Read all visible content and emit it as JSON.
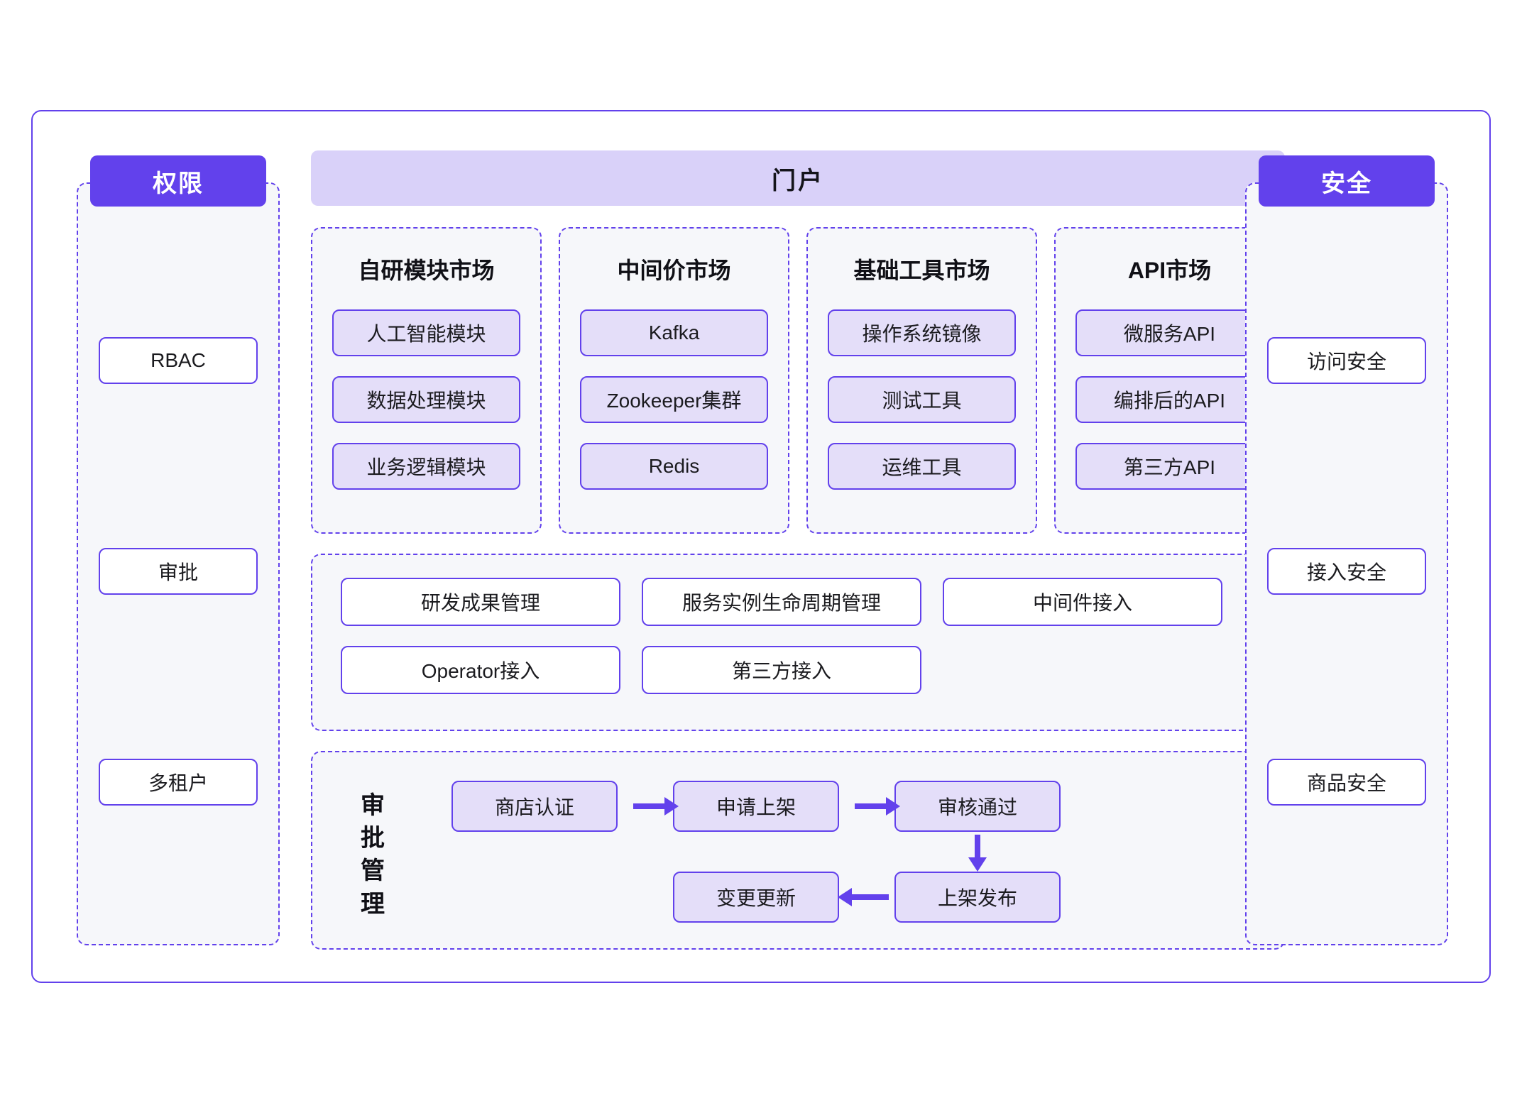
{
  "left_column": {
    "badge": "权限",
    "items": [
      {
        "label": "RBAC"
      },
      {
        "label": "审批"
      },
      {
        "label": "多租户"
      }
    ]
  },
  "right_column": {
    "badge": "安全",
    "items": [
      {
        "label": "访问安全"
      },
      {
        "label": "接入安全"
      },
      {
        "label": "商品安全"
      }
    ]
  },
  "portal": {
    "title": "门户"
  },
  "markets": [
    {
      "title": "自研模块市场",
      "items": [
        "人工智能模块",
        "数据处理模块",
        "业务逻辑模块"
      ]
    },
    {
      "title": "中间价市场",
      "items": [
        "Kafka",
        "Zookeeper集群",
        "Redis"
      ]
    },
    {
      "title": "基础工具市场",
      "items": [
        "操作系统镜像",
        "测试工具",
        "运维工具"
      ]
    },
    {
      "title": "API市场",
      "items": [
        "微服务API",
        "编排后的API",
        "第三方API"
      ]
    }
  ],
  "capabilities": [
    "研发成果管理",
    "服务实例生命周期管理",
    "中间件接入",
    "Operator接入",
    "第三方接入"
  ],
  "approval_flow": {
    "label": "审批管理",
    "label_chars": [
      "审",
      "批",
      "管",
      "理"
    ],
    "nodes": [
      {
        "id": "n1",
        "label": "商店认证"
      },
      {
        "id": "n2",
        "label": "申请上架"
      },
      {
        "id": "n3",
        "label": "审核通过"
      },
      {
        "id": "n4",
        "label": "上架发布"
      },
      {
        "id": "n5",
        "label": "变更更新"
      }
    ],
    "edges": [
      {
        "from": "商店认证",
        "to": "申请上架",
        "direction": "right"
      },
      {
        "from": "申请上架",
        "to": "审核通过",
        "direction": "right"
      },
      {
        "from": "审核通过",
        "to": "上架发布",
        "direction": "down"
      },
      {
        "from": "上架发布",
        "to": "变更更新",
        "direction": "left"
      }
    ]
  },
  "colors": {
    "primary_purple": "#6241EC",
    "portal_header_bg": "#D9D1F9",
    "chip_bg": "#E4DEF9",
    "panel_bg": "#F6F7FA",
    "white": "#FFFFFF",
    "text": "#1B1B1F"
  }
}
